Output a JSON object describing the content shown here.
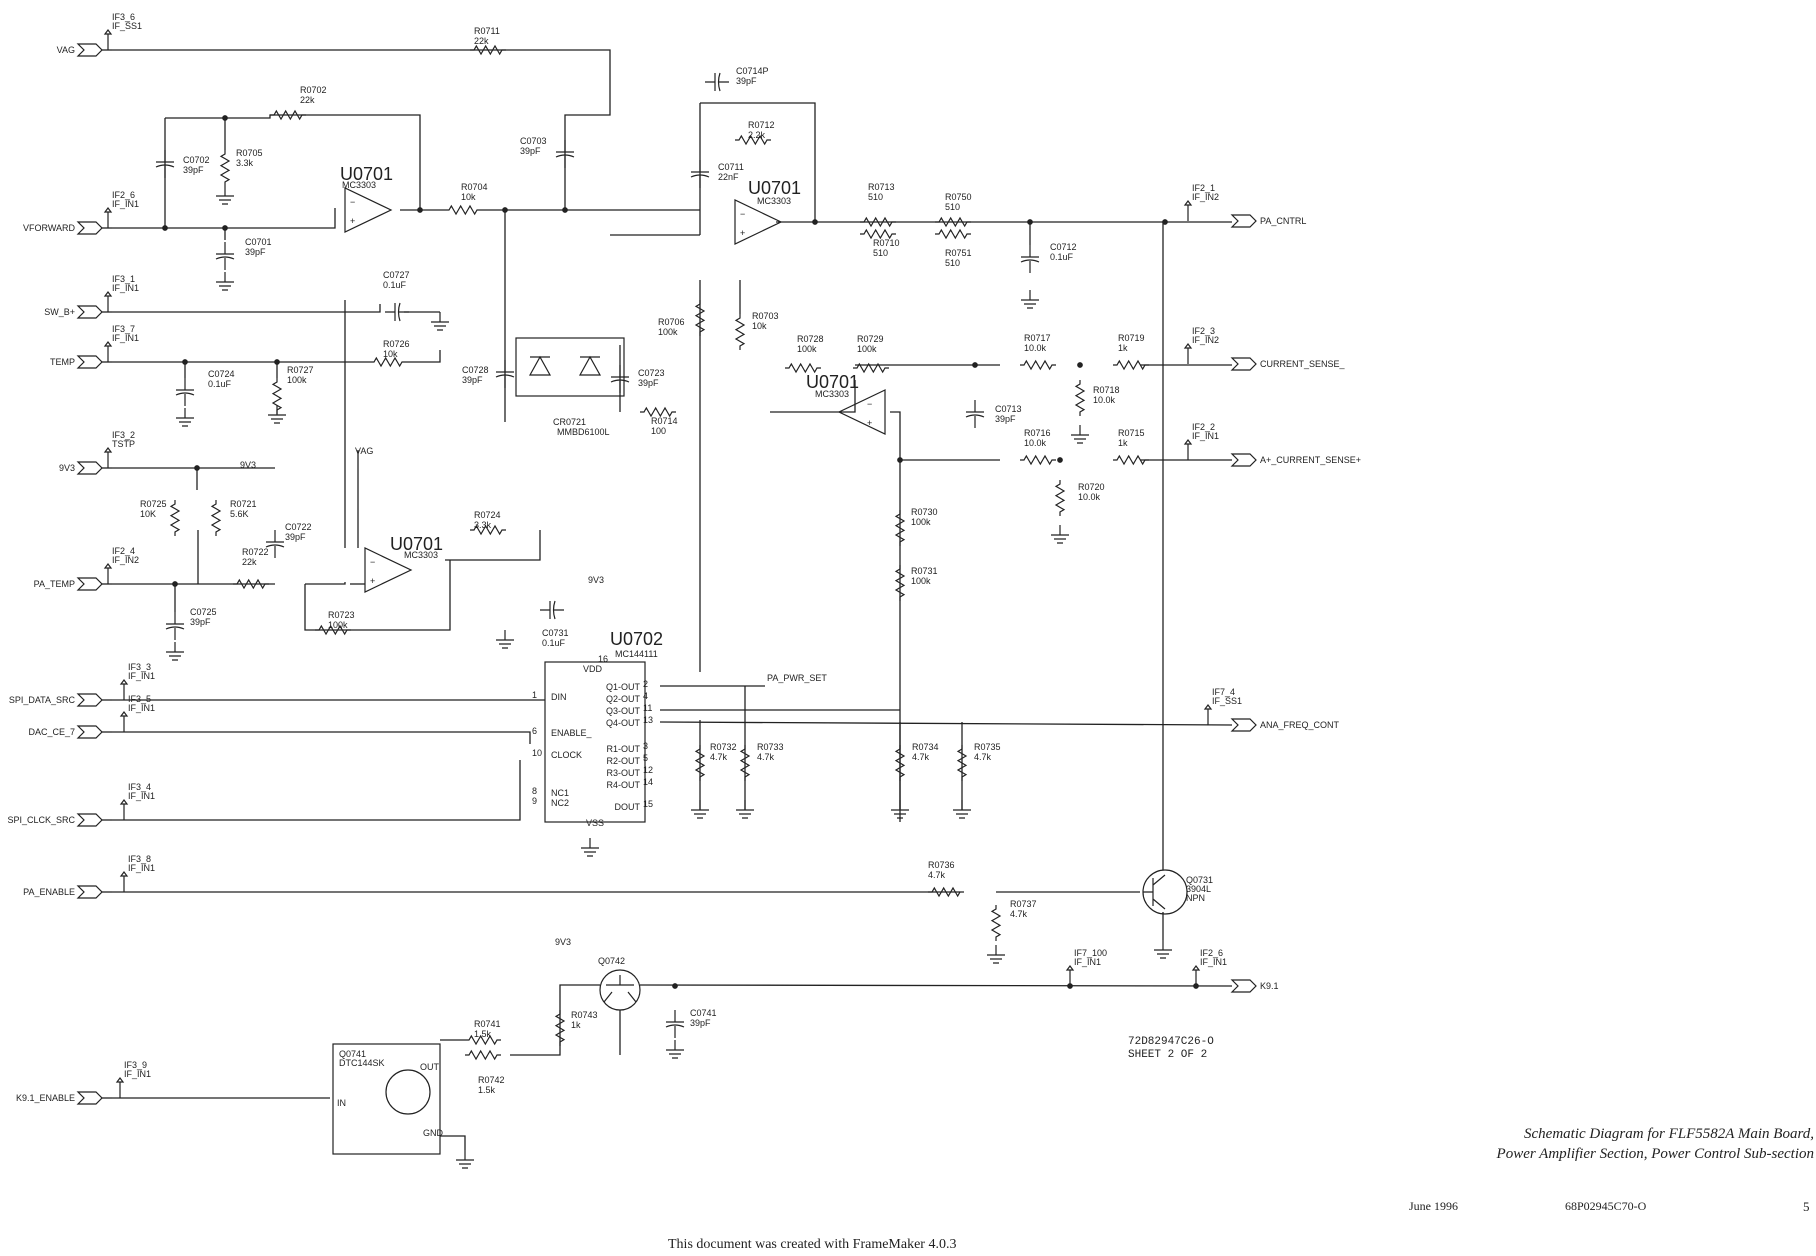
{
  "title": {
    "line1": "Schematic Diagram for FLF5582A Main Board,",
    "line2": "Power Amplifier Section, Power Control Sub-section"
  },
  "footer": {
    "date": "June 1996",
    "doc_number": "68P02945C70-O",
    "page": "5",
    "created_with": "This document was created with FrameMaker 4.0.3"
  },
  "sheet_note": {
    "line1": "72D82947C26-O",
    "line2": "SHEET 2 OF 2"
  },
  "ports_in": [
    {
      "name": "VAG",
      "tag": "IF3_6",
      "sub": "IF_SS1"
    },
    {
      "name": "VFORWARD",
      "tag": "IF2_6",
      "sub": "IF_IN1"
    },
    {
      "name": "SW_B+",
      "tag": "IF3_1",
      "sub": "IF_IN1"
    },
    {
      "name": "TEMP",
      "tag": "IF3_7",
      "sub": "IF_IN1"
    },
    {
      "name": "9V3",
      "tag": "IF3_2",
      "sub": "TSTP"
    },
    {
      "name": "PA_TEMP",
      "tag": "IF2_4",
      "sub": "IF_IN2"
    },
    {
      "name": "SPI_DATA_SRC",
      "tag": "IF3_3",
      "sub": "IF_IN1"
    },
    {
      "name": "DAC_CE_7",
      "tag": "IF3_5",
      "sub": "IF_IN1"
    },
    {
      "name": "SPI_CLCK_SRC",
      "tag": "IF3_4",
      "sub": "IF_IN1"
    },
    {
      "name": "PA_ENABLE",
      "tag": "IF3_8",
      "sub": "IF_IN1"
    },
    {
      "name": "K9.1_ENABLE",
      "tag": "IF3_9",
      "sub": "IF_IN1"
    }
  ],
  "ports_out": [
    {
      "name": "PA_CNTRL",
      "tag": "IF2_1",
      "sub": "IF_IN2"
    },
    {
      "name": "CURRENT_SENSE_",
      "tag": "IF2_3",
      "sub": "IF_IN2"
    },
    {
      "name": "A+_CURRENT_SENSE+",
      "tag": "IF2_2",
      "sub": "IF_IN1"
    },
    {
      "name": "ANA_FREQ_CONT",
      "tag": "IF7_4",
      "sub": "IF_SS1"
    },
    {
      "name": "K9.1",
      "tag": "IF2_6",
      "sub": "IF_IN1"
    }
  ],
  "extra_tag": {
    "tag": "IF7_100",
    "sub": "IF_IN1"
  },
  "chips": {
    "u0701_ref": "U0701",
    "u0701_part": "MC3303",
    "u0702_ref": "U0702",
    "u0702_part": "MC144111",
    "u0702_left_pins": [
      {
        "name": "VDD",
        "num": "16"
      },
      {
        "name": "DIN",
        "num": "1"
      },
      {
        "name": "ENABLE_",
        "num": "6"
      },
      {
        "name": "CLOCK",
        "num": "10"
      },
      {
        "name": "NC1",
        "num": "8"
      },
      {
        "name": "NC2",
        "num": "9"
      },
      {
        "name": "VSS",
        "num": ""
      }
    ],
    "u0702_right_pins": [
      {
        "name": "Q1-OUT",
        "num": "2"
      },
      {
        "name": "Q2-OUT",
        "num": "4"
      },
      {
        "name": "Q3-OUT",
        "num": "11"
      },
      {
        "name": "Q4-OUT",
        "num": "13"
      },
      {
        "name": "R1-OUT",
        "num": "3"
      },
      {
        "name": "R2-OUT",
        "num": "5"
      },
      {
        "name": "R3-OUT",
        "num": "12"
      },
      {
        "name": "R4-OUT",
        "num": "14"
      },
      {
        "name": "DOUT",
        "num": "15"
      }
    ]
  },
  "components": [
    {
      "ref": "R0711",
      "val": "22k"
    },
    {
      "ref": "R0702",
      "val": "22k"
    },
    {
      "ref": "C0702",
      "val": "39pF"
    },
    {
      "ref": "R0705",
      "val": "3.3k"
    },
    {
      "ref": "C0701",
      "val": "39pF"
    },
    {
      "ref": "R0704",
      "val": "10k"
    },
    {
      "ref": "C0703",
      "val": "39pF"
    },
    {
      "ref": "C0714P",
      "val": "39pF"
    },
    {
      "ref": "R0712",
      "val": "2.2k"
    },
    {
      "ref": "C0711",
      "val": "22nF"
    },
    {
      "ref": "R0713",
      "val": "510"
    },
    {
      "ref": "R0750",
      "val": "510"
    },
    {
      "ref": "R0710",
      "val": "510"
    },
    {
      "ref": "R0751",
      "val": "510"
    },
    {
      "ref": "C0712",
      "val": "0.1uF"
    },
    {
      "ref": "C0727",
      "val": "0.1uF"
    },
    {
      "ref": "R0726",
      "val": "10k"
    },
    {
      "ref": "C0724",
      "val": "0.1uF"
    },
    {
      "ref": "R0727",
      "val": "100k"
    },
    {
      "ref": "C0728",
      "val": "39pF"
    },
    {
      "ref": "CR0721",
      "val": "MMBD6100L"
    },
    {
      "ref": "C0723",
      "val": "39pF"
    },
    {
      "ref": "R0714",
      "val": "100"
    },
    {
      "ref": "R0706",
      "val": "100k"
    },
    {
      "ref": "R0703",
      "val": "10k"
    },
    {
      "ref": "R0728",
      "val": "100k"
    },
    {
      "ref": "R0729",
      "val": "100k"
    },
    {
      "ref": "C0713",
      "val": "39pF"
    },
    {
      "ref": "R0717",
      "val": "10.0k"
    },
    {
      "ref": "R0719",
      "val": "1k"
    },
    {
      "ref": "R0718",
      "val": "10.0k"
    },
    {
      "ref": "R0716",
      "val": "10.0k"
    },
    {
      "ref": "R0715",
      "val": "1k"
    },
    {
      "ref": "R0720",
      "val": "10.0k"
    },
    {
      "ref": "R0725",
      "val": "10K"
    },
    {
      "ref": "R0721",
      "val": "5.6K"
    },
    {
      "ref": "C0722",
      "val": "39pF"
    },
    {
      "ref": "R0724",
      "val": "3.3k"
    },
    {
      "ref": "R0722",
      "val": "22k"
    },
    {
      "ref": "C0725",
      "val": "39pF"
    },
    {
      "ref": "R0723",
      "val": "100k"
    },
    {
      "ref": "R0730",
      "val": "100k"
    },
    {
      "ref": "R0731",
      "val": "100k"
    },
    {
      "ref": "C0731",
      "val": "0.1uF"
    },
    {
      "ref": "R0732",
      "val": "4.7k"
    },
    {
      "ref": "R0733",
      "val": "4.7k"
    },
    {
      "ref": "R0734",
      "val": "4.7k"
    },
    {
      "ref": "R0735",
      "val": "4.7k"
    },
    {
      "ref": "R0736",
      "val": "4.7k"
    },
    {
      "ref": "R0737",
      "val": "4.7k"
    },
    {
      "ref": "Q0731",
      "val": "3904L"
    },
    {
      "ref": "Q0742",
      "val": ""
    },
    {
      "ref": "R0743",
      "val": "1k"
    },
    {
      "ref": "C0741",
      "val": "39pF"
    },
    {
      "ref": "R0741",
      "val": "1.5k"
    },
    {
      "ref": "R0742",
      "val": "1.5k"
    },
    {
      "ref": "Q0741",
      "val": "DTC144SK"
    }
  ],
  "misc": {
    "net_9v3": "9V3",
    "net_vag": "VAG",
    "pa_pwr_set": "PA_PWR_SET",
    "npn": "NPN",
    "pin_in": "IN",
    "pin_out": "OUT",
    "pin_gnd": "GND"
  }
}
